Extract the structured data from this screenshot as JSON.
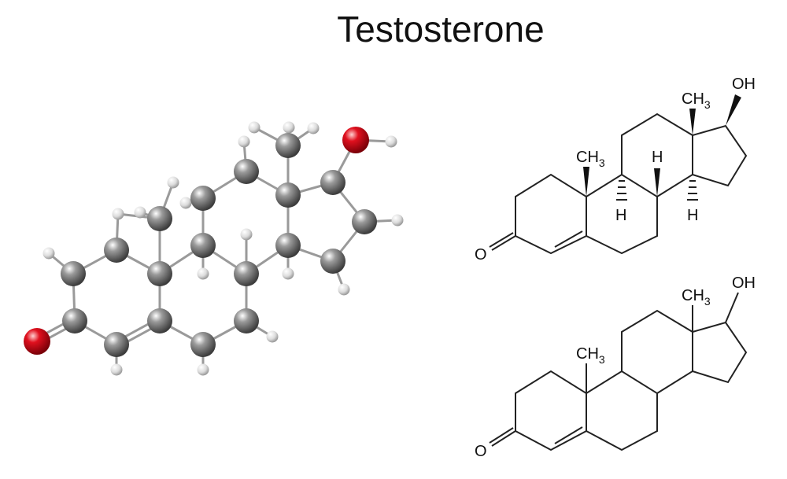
{
  "title": "Testosterone",
  "colors": {
    "carbon": "#6e6e6e",
    "hydrogen": "#e4e4e4",
    "oxygen": "#e0101e",
    "bond_line": "#222222"
  },
  "structure_labels": {
    "oxygen_symbol": "O",
    "hydroxyl": "OH",
    "methyl_letters": "CH",
    "methyl_subscript": "3",
    "hydrogen_symbol": "H"
  }
}
